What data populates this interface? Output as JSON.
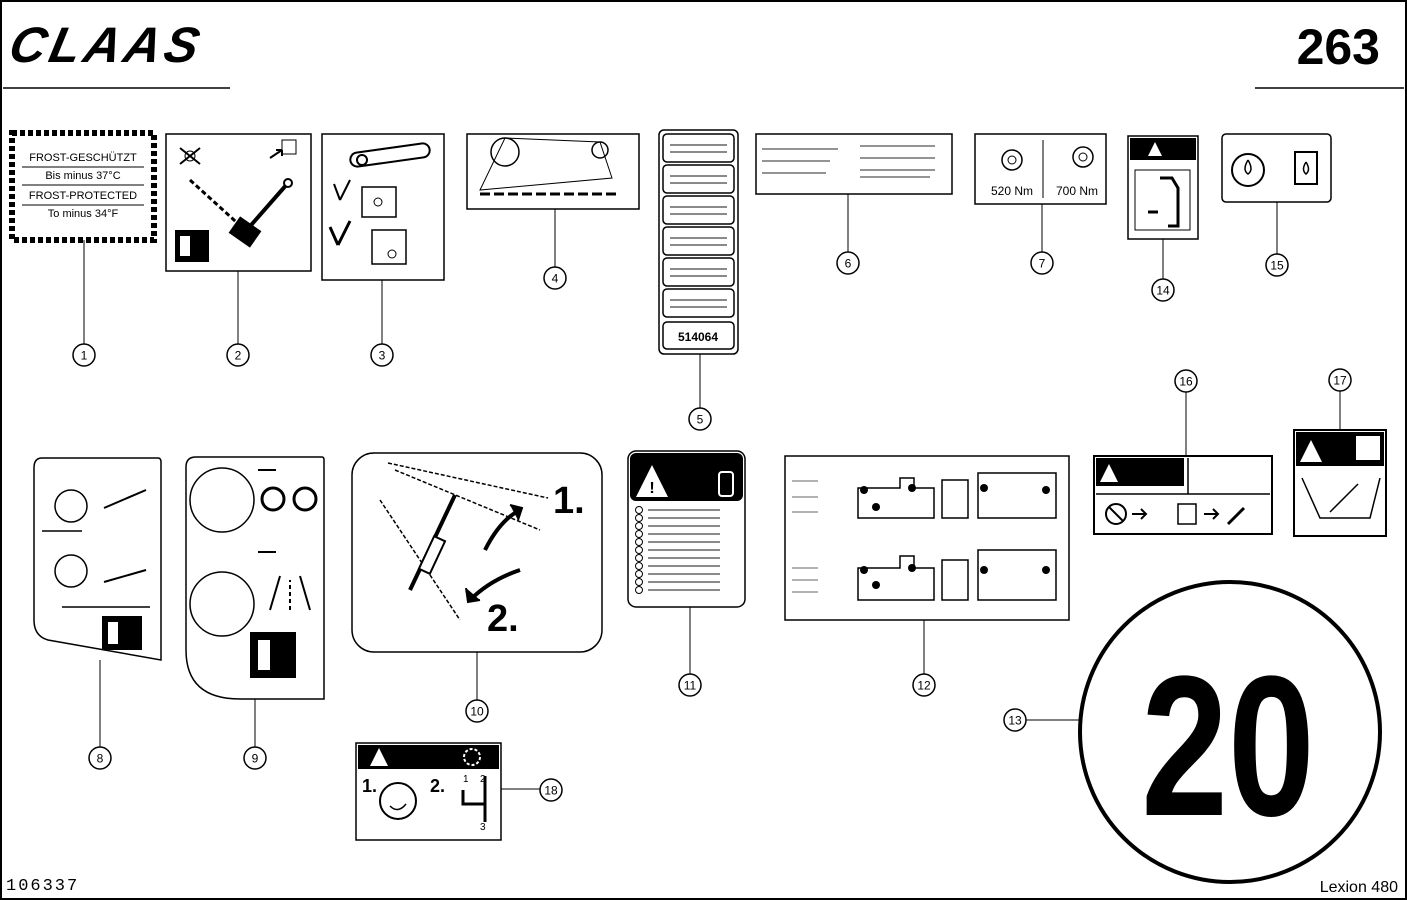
{
  "header": {
    "brand": "CLAAS",
    "page_number": "263"
  },
  "footer": {
    "drawing_number": "106337",
    "model": "Lexion 480"
  },
  "callouts": [
    "1",
    "2",
    "3",
    "4",
    "5",
    "6",
    "7",
    "8",
    "9",
    "10",
    "11",
    "12",
    "13",
    "14",
    "15",
    "16",
    "17",
    "18"
  ],
  "decal_1": {
    "lines": [
      "FROST-GESCHÜTZT",
      "Bis minus 37°C",
      "FROST-PROTECTED",
      "To minus 34°F"
    ]
  },
  "decal_5": {
    "part_number": "514064"
  },
  "decal_7": {
    "torque_left": "520 Nm",
    "torque_right": "700 Nm"
  },
  "decal_10": {
    "step_1": "1.",
    "step_2": "2."
  },
  "decal_13": {
    "speed_limit": "20"
  },
  "decal_18": {
    "step_1": "1.",
    "step_2": "2.",
    "gear_1": "1",
    "gear_2": "2",
    "gear_3": "3"
  }
}
